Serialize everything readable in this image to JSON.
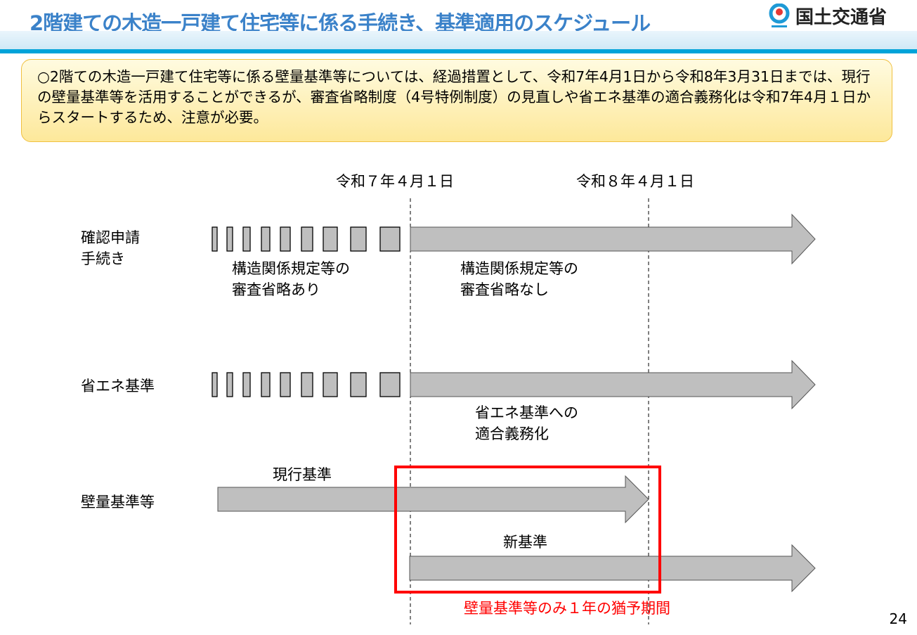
{
  "header": {
    "title": "2階建ての木造一戸建て住宅等に係る手続き、基準適用のスケジュール",
    "logo_text": "国土交通省"
  },
  "notice": {
    "text": "○2階ての木造一戸建て住宅等に係る壁量基準等については、経過措置として、令和7年4月1日から令和8年3月31日までは、現行の壁量基準等を活用することができるが、審査省略制度（4号特例制度）の見直しや省エネ基準の適合義務化は令和7年4月１日からスタートするため、注意が必要。"
  },
  "timeline": {
    "date1": "令和７年４月１日",
    "date2": "令和８年４月１日"
  },
  "rows": {
    "confirmation": {
      "label_line1": "確認申請",
      "label_line2": "手続き",
      "before_line1": "構造関係規定等の",
      "before_line2": "審査省略あり",
      "after_line1": "構造関係規定等の",
      "after_line2": "審査省略なし"
    },
    "energy": {
      "label": "省エネ基準",
      "after_line1": "省エネ基準への",
      "after_line2": "適合義務化"
    },
    "wall": {
      "label": "壁量基準等",
      "current": "現行基準",
      "new": "新基準",
      "note": "壁量基準等のみ１年の猶予期間"
    }
  },
  "colors": {
    "title": "#3b82c9",
    "arrow": "#bfbfbf",
    "highlight": "#ff0000"
  },
  "page_number": "24"
}
